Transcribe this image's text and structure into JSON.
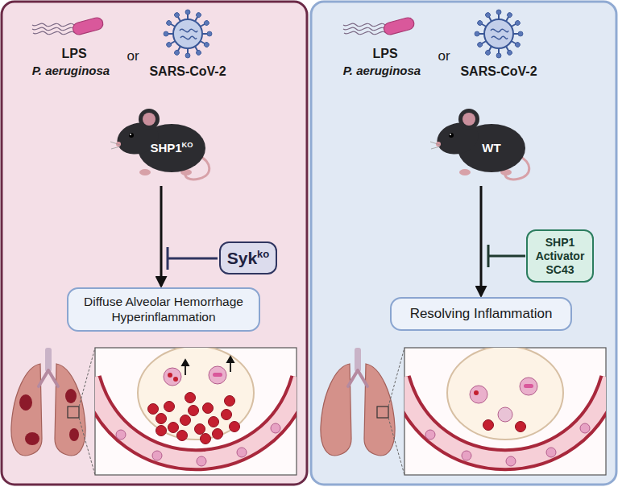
{
  "diagram": {
    "nodes": [
      {
        "text": [
          "SHP1",
          "KO"
        ]
      },
      {
        "text": [
          "Syk",
          "ko"
        ]
      },
      {
        "text": [
          "Diffuse Alveolar Hemorrhage Hyperinflammation"
        ]
      },
      {
        "text": [
          "WT"
        ]
      },
      {
        "text": [
          "SHP1 Activator SC43"
        ]
      },
      {
        "text": [
          "Resolving Inflammation"
        ]
      }
    ],
    "edges": [
      {
        "from": 0,
        "to": 2,
        "arrow": "to"
      },
      {
        "from": 3,
        "to": 5,
        "arrow": "to"
      }
    ],
    "labels": [
      "LPS",
      "P. aeruginosa",
      "or",
      "SARS-CoV-2",
      "LPS",
      "P. aeruginosa",
      "or",
      "SARS-CoV-2"
    ]
  }
}
